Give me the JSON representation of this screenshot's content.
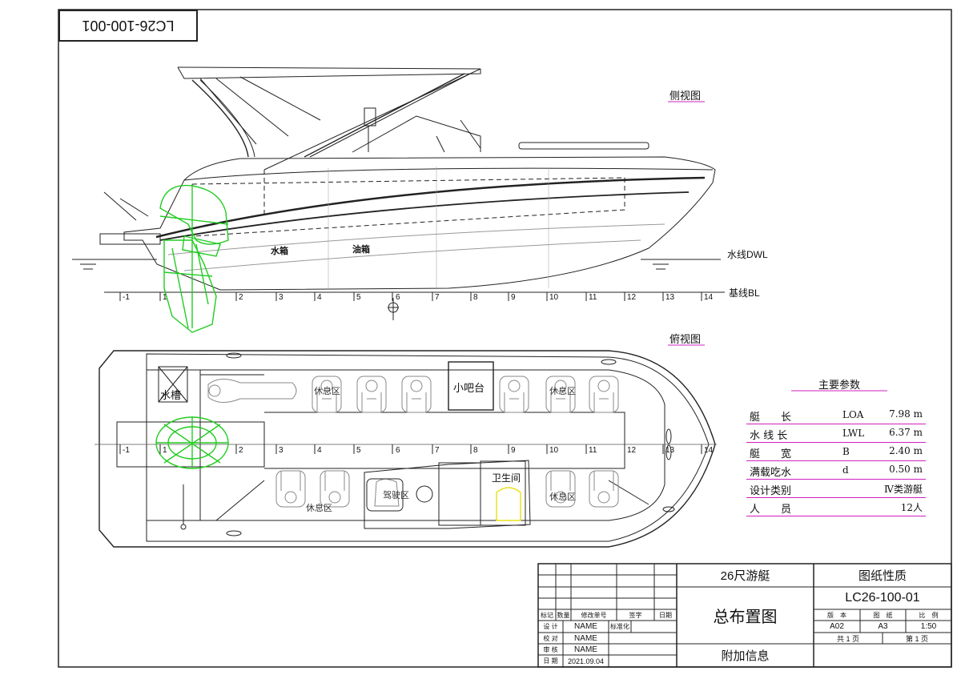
{
  "drawing_code_upside_down": "LC26-100-001",
  "views": {
    "side_label": "侧视图",
    "top_label": "俯视图"
  },
  "side": {
    "water_tank": "水箱",
    "fuel_tank": "油箱",
    "waterline": "水线DWL",
    "baseline": "基线BL"
  },
  "stations": [
    "-1",
    "1",
    "2",
    "3",
    "4",
    "5",
    "6",
    "7",
    "8",
    "9",
    "10",
    "11",
    "12",
    "13",
    "14"
  ],
  "top": {
    "water_tank": "水槽",
    "bar": "小吧台",
    "toilet": "卫生间",
    "rest_1": "休息区",
    "rest_2": "休息区",
    "rest_3": "休息区",
    "rest_4": "休息区",
    "helm": "驾驶区"
  },
  "params": {
    "title": "主要参数",
    "rows": [
      {
        "name": "艇　　长",
        "sym": "LOA",
        "val": "7.98 m"
      },
      {
        "name": "水 线 长",
        "sym": "LWL",
        "val": "6.37 m"
      },
      {
        "name": "艇　　宽",
        "sym": "B",
        "val": "2.40 m"
      },
      {
        "name": "满载吃水",
        "sym": "d",
        "val": "0.50 m"
      },
      {
        "name": "设计类别",
        "sym": "",
        "val": "Ⅳ类游艇"
      },
      {
        "name": "人　　员",
        "sym": "",
        "val": "12人"
      }
    ]
  },
  "title_block": {
    "project": "26尺游艇",
    "drawing_name": "总布置图",
    "extra": "附加信息",
    "nature_label": "图纸性质",
    "drawing_no": "LC26-100-01",
    "rev_headers": [
      "标记",
      "数量",
      "修改单号",
      "签字",
      "日期"
    ],
    "roles": [
      "设 计",
      "校 对",
      "审 核",
      "日 期"
    ],
    "names": [
      "NAME",
      "NAME",
      "NAME",
      "2021.09.04"
    ],
    "standardize": "标准化",
    "meta_headers": [
      "版　本",
      "图　纸",
      "比　例"
    ],
    "meta_values": [
      "A02",
      "A3",
      "1:50"
    ],
    "total_pages": "共  1  页",
    "page_no": "第  1  页"
  },
  "colors": {
    "engine": "#22cc22",
    "pink_rule": "#d020c0",
    "toilet": "#e8e020"
  }
}
